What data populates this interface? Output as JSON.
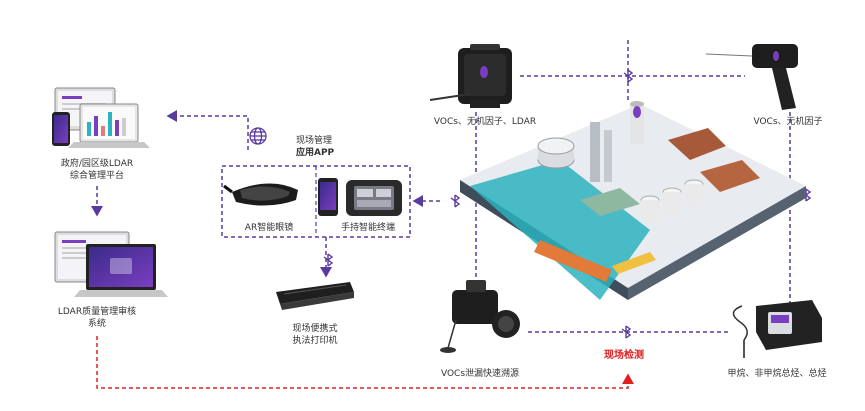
{
  "colors": {
    "connector": "#5b3aa0",
    "highlight": "#e02020",
    "bluetooth": "#5b3aa0",
    "water": "#2bb3c0",
    "ground": "#3f4c5a"
  },
  "labels": {
    "gov_platform_line1": "政府/园区级LDAR",
    "gov_platform_line2": "综合管理平台",
    "quality_system_line1": "LDAR质量管理审核",
    "quality_system_line2": "系统",
    "app_line1": "现场管理",
    "app_line2": "应用APP",
    "ar_glasses": "AR智能眼镜",
    "handheld_terminal": "手持智能终端",
    "printer_line1": "现场便携式",
    "printer_line2": "执法打印机",
    "top_detector": "VOCs、无机因子、LDAR",
    "right_detector": "VOCs、无机因子",
    "camera": "VOCs泄漏快速溯源",
    "field_detection": "现场检测",
    "analyzer": "甲烷、非甲烷总烃、总烃"
  },
  "icons": {
    "globe": "globe-icon",
    "bluetooth": "bluetooth-icon"
  }
}
